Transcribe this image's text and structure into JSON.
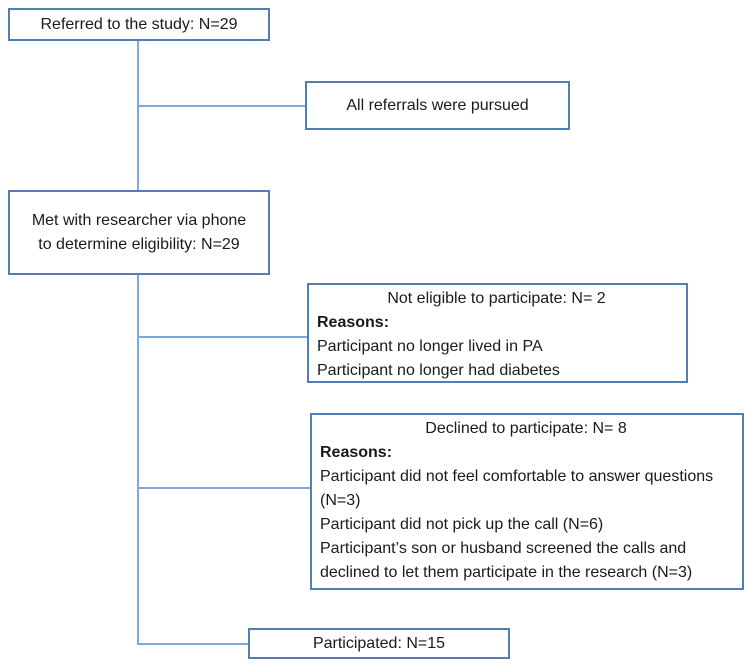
{
  "diagram": {
    "kind": "participant-flow-chart",
    "colors": {
      "box_border": "#527eb3",
      "connector_line": "#7fa9da",
      "text": "#1a1a1a",
      "background": "#ffffff"
    },
    "boxes": {
      "referred": {
        "text": "Referred to the study: N=29"
      },
      "pursued": {
        "text": "All referrals were pursued"
      },
      "met_researcher": {
        "text": "Met with researcher via phone\nto determine eligibility: N=29"
      },
      "not_eligible": {
        "title": "Not eligible to participate: N= 2",
        "reasons_label": "Reasons:",
        "reasons": [
          "Participant no longer lived in PA",
          "Participant no longer had diabetes"
        ]
      },
      "declined": {
        "title": "Declined to participate: N= 8",
        "reasons_label": "Reasons:",
        "reasons": [
          "Participant did not feel comfortable to answer questions (N=3)",
          "Participant did not pick up the call (N=6)",
          "Participant’s son or husband screened the calls and declined to let them participate in the research (N=3)"
        ]
      },
      "participated": {
        "text": "Participated: N=15"
      }
    }
  }
}
